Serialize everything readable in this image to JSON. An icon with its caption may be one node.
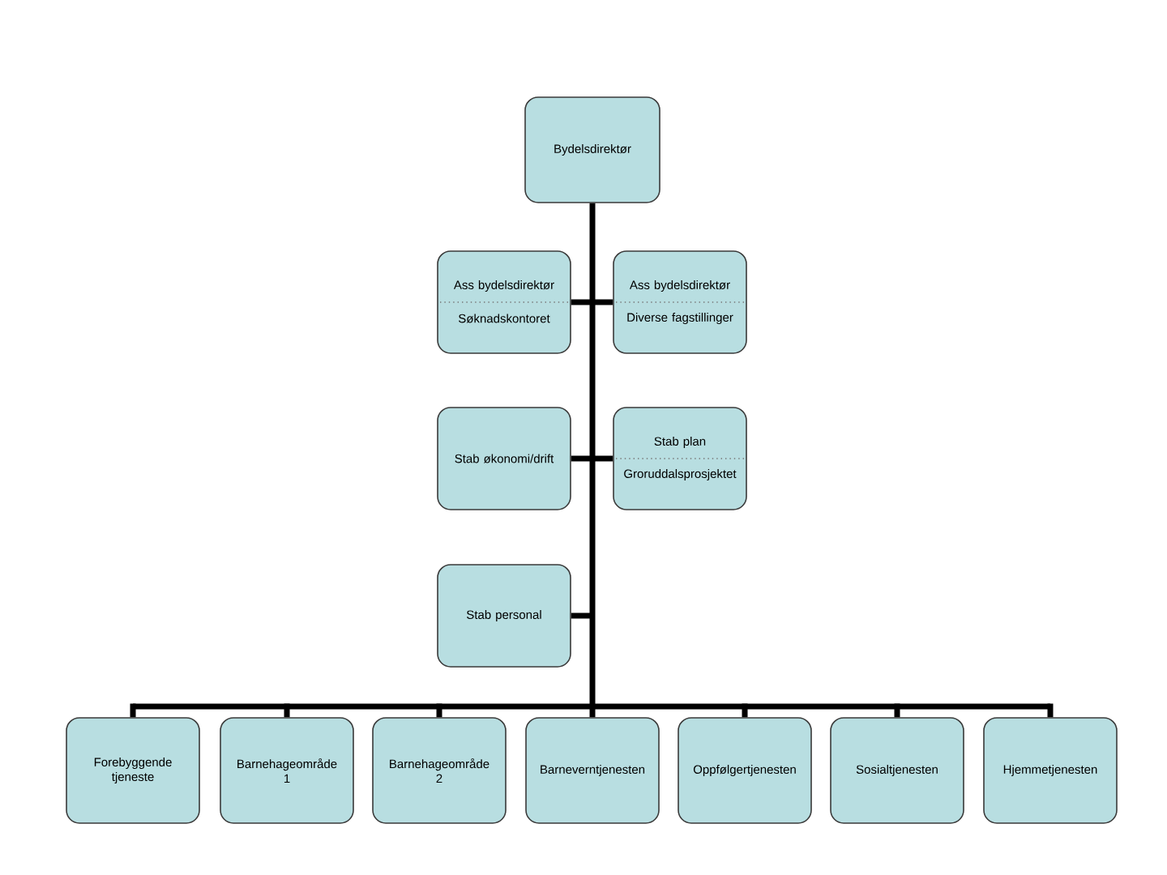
{
  "diagram": {
    "nodes": [
      {
        "text": [
          "Bydelsdirektør"
        ]
      },
      {
        "text": [
          "Ass bydelsdirektør",
          "Søknadskontoret"
        ]
      },
      {
        "text": [
          "Ass bydelsdirektør",
          "Diverse fagstillinger"
        ]
      },
      {
        "text": [
          "Stab økonomi/drift"
        ]
      },
      {
        "text": [
          "Stab plan",
          "Groruddalsprosjektet"
        ]
      },
      {
        "text": [
          "Stab personal"
        ]
      },
      {
        "text": [
          "Forebyggende tjeneste"
        ]
      },
      {
        "text": [
          "Barnehageområde 1"
        ]
      },
      {
        "text": [
          "Barnehageområde 2"
        ]
      },
      {
        "text": [
          "Barneverntjenesten"
        ]
      },
      {
        "text": [
          "Oppfølgertjenesten"
        ]
      },
      {
        "text": [
          "Sosialtjenesten"
        ]
      },
      {
        "text": [
          "Hjemmetjenesten"
        ]
      }
    ],
    "edges": [
      {
        "from": 0,
        "to": 1,
        "arrow": "none"
      },
      {
        "from": 0,
        "to": 2,
        "arrow": "none"
      },
      {
        "from": 0,
        "to": 3,
        "arrow": "none"
      },
      {
        "from": 0,
        "to": 4,
        "arrow": "none"
      },
      {
        "from": 0,
        "to": 5,
        "arrow": "none"
      },
      {
        "from": 0,
        "to": 6,
        "arrow": "none"
      },
      {
        "from": 0,
        "to": 7,
        "arrow": "none"
      },
      {
        "from": 0,
        "to": 8,
        "arrow": "none"
      },
      {
        "from": 0,
        "to": 9,
        "arrow": "none"
      },
      {
        "from": 0,
        "to": 10,
        "arrow": "none"
      },
      {
        "from": 0,
        "to": 11,
        "arrow": "none"
      },
      {
        "from": 0,
        "to": 12,
        "arrow": "none"
      }
    ]
  }
}
